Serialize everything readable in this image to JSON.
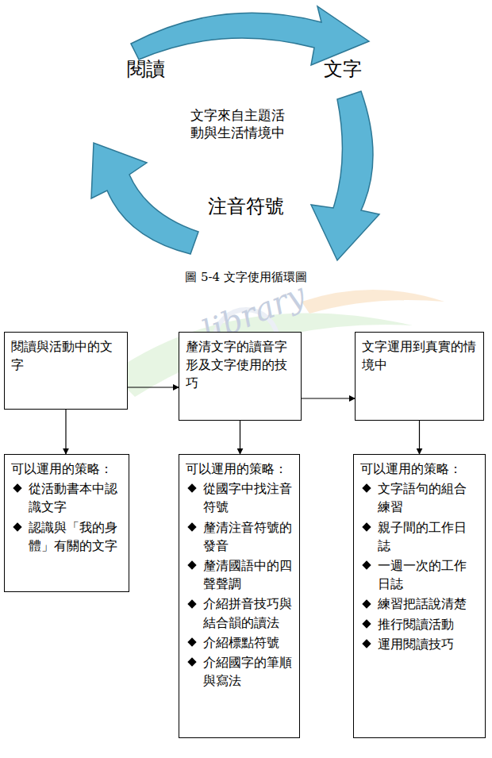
{
  "diagram": {
    "caption": "圖 5-4 文字使用循環圖",
    "nodes": [
      {
        "text": [
          "閱讀與活動中的文字"
        ]
      },
      {
        "text": [
          "釐清文字的讀音字形及文字使用的技巧"
        ]
      },
      {
        "text": [
          "文字運用到真實的情境中"
        ]
      },
      {
        "text": [
          "可以運用的策略：",
          "從活動書本中認識文字",
          "認識與「我的身體」有關的文字"
        ]
      },
      {
        "text": [
          "可以運用的策略：",
          "從國字中找注音符號",
          "釐清注音符號的發音",
          "釐清國語中的四聲聲調",
          "介紹拼音技巧與結合韻的讀法",
          "介紹標點符號",
          "介紹國字的筆順與寫法"
        ]
      },
      {
        "text": [
          "可以運用的策略：",
          "文字語句的組合練習",
          "親子間的工作日誌",
          "一週一次的工作日誌",
          "練習把話說清楚",
          "推行閱讀活動",
          "運用閱讀技巧"
        ]
      }
    ],
    "edges": [
      {
        "from": 0,
        "to": 1,
        "arrow": "to"
      },
      {
        "from": 1,
        "to": 2,
        "arrow": "to"
      },
      {
        "from": 0,
        "to": 3,
        "arrow": "to"
      },
      {
        "from": 1,
        "to": 4,
        "arrow": "to"
      },
      {
        "from": 2,
        "to": 5,
        "arrow": "to"
      }
    ],
    "labels": [
      "閱讀",
      "文字",
      "文字來自主題活動與生活情境中",
      "注音符號",
      "library"
    ]
  }
}
